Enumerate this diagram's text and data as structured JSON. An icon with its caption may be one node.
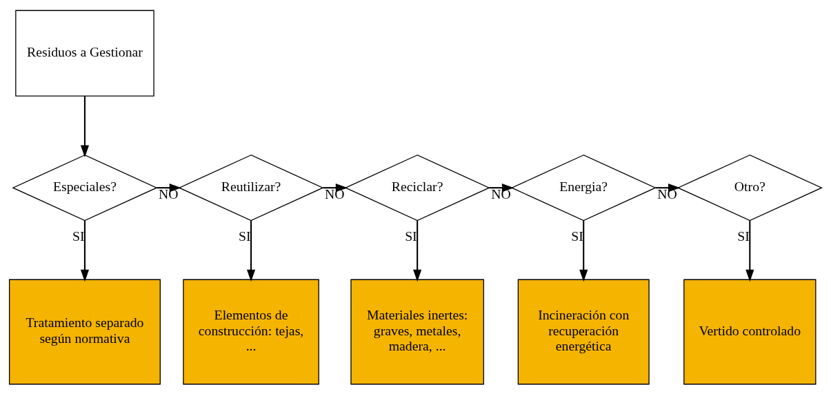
{
  "diagram": {
    "nodes": [
      {
        "text": [
          "Residuos a Gestionar"
        ]
      },
      {
        "text": [
          "Especiales?"
        ]
      },
      {
        "text": [
          "Reutilizar?"
        ]
      },
      {
        "text": [
          "Reciclar?"
        ]
      },
      {
        "text": [
          "Energia?"
        ]
      },
      {
        "text": [
          "Otro?"
        ]
      },
      {
        "text": [
          "Tratamiento separado según normativa"
        ]
      },
      {
        "text": [
          "Elementos de construcción: tejas, ..."
        ]
      },
      {
        "text": [
          "Materiales inertes: graves, metales, madera, ..."
        ]
      },
      {
        "text": [
          "Incineración con recuperación energética"
        ]
      },
      {
        "text": [
          "Vertido controlado"
        ]
      }
    ],
    "edges": [
      {
        "from": 0,
        "to": 1,
        "arrow": "to"
      },
      {
        "from": 1,
        "to": 2,
        "arrow": "to",
        "label": "NO"
      },
      {
        "from": 2,
        "to": 3,
        "arrow": "to",
        "label": "NO"
      },
      {
        "from": 3,
        "to": 4,
        "arrow": "to",
        "label": "NO"
      },
      {
        "from": 4,
        "to": 5,
        "arrow": "to",
        "label": "NO"
      },
      {
        "from": 1,
        "to": 6,
        "arrow": "to",
        "label": "SI"
      },
      {
        "from": 2,
        "to": 7,
        "arrow": "to",
        "label": "SI"
      },
      {
        "from": 3,
        "to": 8,
        "arrow": "to",
        "label": "SI"
      },
      {
        "from": 4,
        "to": 9,
        "arrow": "to",
        "label": "SI"
      },
      {
        "from": 5,
        "to": 10,
        "arrow": "to",
        "label": "SI"
      }
    ]
  }
}
